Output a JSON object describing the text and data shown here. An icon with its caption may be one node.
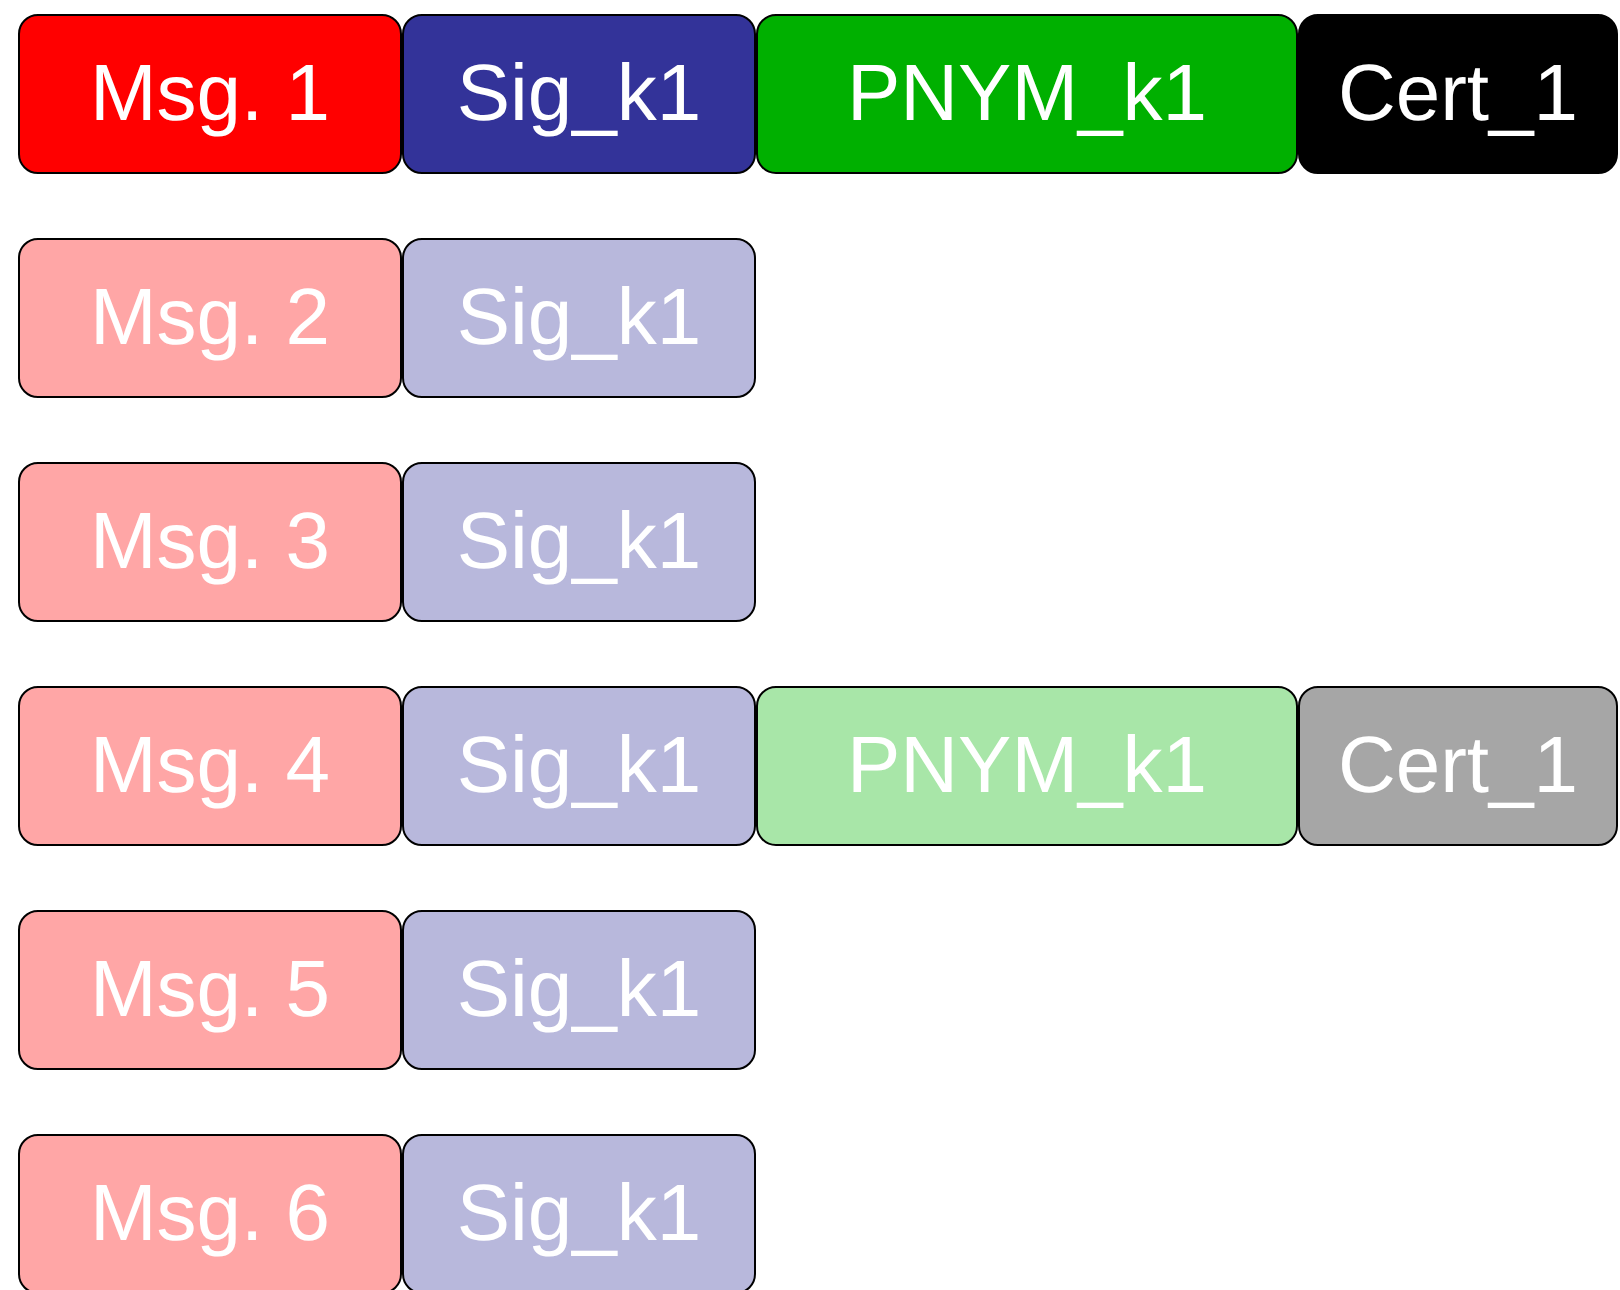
{
  "diagram": {
    "nodes": [
      {
        "text": [
          "Msg. 1"
        ]
      },
      {
        "text": [
          "Sig_k1"
        ]
      },
      {
        "text": [
          "PNYM_k1"
        ]
      },
      {
        "text": [
          "Cert_1"
        ]
      },
      {
        "text": [
          "Msg. 2"
        ]
      },
      {
        "text": [
          "Sig_k1"
        ]
      },
      {
        "text": [
          "Msg. 3"
        ]
      },
      {
        "text": [
          "Sig_k1"
        ]
      },
      {
        "text": [
          "Msg. 4"
        ]
      },
      {
        "text": [
          "Sig_k1"
        ]
      },
      {
        "text": [
          "PNYM_k1"
        ]
      },
      {
        "text": [
          "Cert_1"
        ]
      },
      {
        "text": [
          "Msg. 5"
        ]
      },
      {
        "text": [
          "Sig_k1"
        ]
      },
      {
        "text": [
          "Msg. 6"
        ]
      },
      {
        "text": [
          "Sig_k1"
        ]
      }
    ]
  }
}
